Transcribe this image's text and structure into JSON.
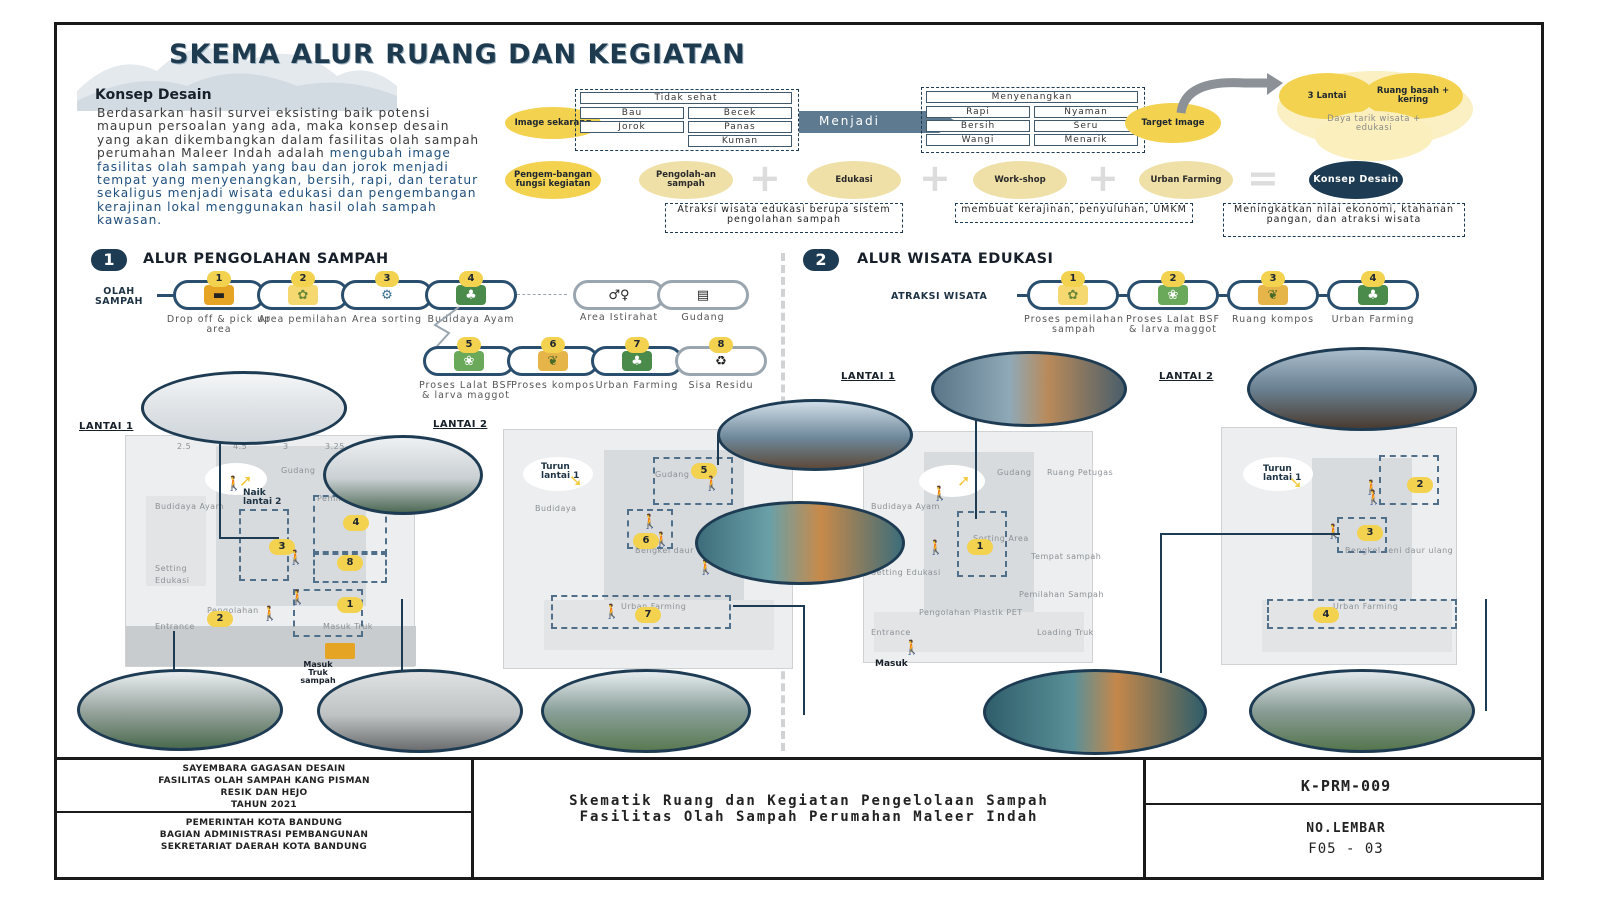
{
  "header": {
    "title": "SKEMA ALUR RUANG DAN KEGIATAN",
    "konsep_heading": "Konsep Desain",
    "konsep_text_plain": "Berdasarkan hasil survei eksisting baik potensi maupun persoalan yang ada, maka konsep desain yang akan dikembangkan dalam fasilitas olah sampah perumahan Maleer Indah adalah",
    "konsep_text_highlight": "mengubah image fasilitas olah sampah yang bau dan jorok menjadi tempat yang menyenangkan, bersih, rapi, dan teratur sekaligus menjadi wisata edukasi dan pengembangan kerajinan lokal menggunakan hasil olah sampah kawasan."
  },
  "concept": {
    "image_now": "Image sekarang",
    "bad_header": "Tidak sehat",
    "bad_cells": [
      "Bau",
      "Becek",
      "Jorok",
      "Panas",
      "Kuman"
    ],
    "arrow_label": "Menjadi",
    "good_header": "Menyenangkan",
    "good_cells": [
      "Rapi",
      "Nyaman",
      "Bersih",
      "Seru",
      "Wangi",
      "Menarik"
    ],
    "target": "Target Image",
    "funnel_left": "3 Lantai",
    "funnel_right": "Ruang basah + kering",
    "funnel_bottom": "Daya tarik wisata + edukasi",
    "dev_label": "Pengem-bangan fungsi kegiatan",
    "pengolahan": "Pengolah-an sampah",
    "edukasi": "Edukasi",
    "workshop": "Work-shop",
    "urban": "Urban Farming",
    "konsep": "Konsep Desain",
    "note1": "Atraksi wisata edukasi berupa sistem pengolahan sampah",
    "note2": "membuat kerajinan, penyuluhan, UMKM",
    "note3": "Meningkatkan nilai ekonomi, ktahanan pangan, dan atraksi wisata"
  },
  "section1": {
    "num": "1",
    "title": "ALUR PENGOLAHAN SAMPAH",
    "start": "OLAH SAMPAH",
    "steps": [
      {
        "n": "1",
        "label": "Drop off & pick up area"
      },
      {
        "n": "2",
        "label": "Area pemilahan"
      },
      {
        "n": "3",
        "label": "Area sorting"
      },
      {
        "n": "4",
        "label": "Budidaya Ayam"
      },
      {
        "n": "",
        "label": "Area Istirahat"
      },
      {
        "n": "",
        "label": "Gudang"
      },
      {
        "n": "5",
        "label": "Proses Lalat BSF & larva maggot"
      },
      {
        "n": "6",
        "label": "Proses kompos"
      },
      {
        "n": "7",
        "label": "Urban Farming"
      },
      {
        "n": "8",
        "label": "Sisa Residu"
      }
    ],
    "lantai1": "LANTAI 1",
    "lantai2": "LANTAI 2",
    "naik": "Naik lantai 2",
    "turun": "Turun lantai 1",
    "masuk_truk": "Masuk Truk sampah",
    "rooms": [
      "Gudang",
      "Budidaya Ayam",
      "Pemilahan",
      "Setting",
      "Edukasi",
      "Pengolahan",
      "Masuk Truk",
      "Entrance",
      "Gudang",
      "Budidaya",
      "Bengkel daur ulang",
      "Urban Farming"
    ],
    "dims": [
      "2.5",
      "4.5",
      "3",
      "3.25"
    ]
  },
  "section2": {
    "num": "2",
    "title": "ALUR WISATA EDUKASI",
    "start": "ATRAKSI WISATA",
    "steps": [
      {
        "n": "1",
        "label": "Proses pemilahan sampah"
      },
      {
        "n": "2",
        "label": "Proses Lalat BSF & larva maggot"
      },
      {
        "n": "3",
        "label": "Ruang kompos"
      },
      {
        "n": "4",
        "label": "Urban Farming"
      }
    ],
    "lantai1": "LANTAI 1",
    "lantai2": "LANTAI 2",
    "turun": "Turun lantai 1",
    "masuk": "Masuk",
    "rooms": [
      "Gudang",
      "Ruang Petugas",
      "Budidaya Ayam",
      "Sorting Area",
      "Setting Edukasi",
      "Tempat sampah",
      "Pemilahan Sampah",
      "Pengolahan Plastik PET",
      "Entrance",
      "Loading Truk",
      "Bengkel seni daur ulang",
      "Urban Farming"
    ]
  },
  "titleblock": {
    "left_top": [
      "SAYEMBARA GAGASAN DESAIN",
      "FASILITAS OLAH SAMPAH KANG PISMAN",
      "RESIK DAN HEJO",
      "TAHUN 2021"
    ],
    "left_bottom": [
      "PEMERINTAH KOTA BANDUNG",
      "BAGIAN ADMINISTRASI PEMBANGUNAN",
      "SEKRETARIAT DAERAH KOTA BANDUNG"
    ],
    "center_line1": "Skematik Ruang dan Kegiatan Pengelolaan Sampah",
    "center_line2": "Fasilitas Olah Sampah Perumahan Maleer Indah",
    "code": "K-PRM-009",
    "sheet_label": "NO.LEMBAR",
    "sheet_no": "F05 - 03"
  },
  "colors": {
    "navy": "#1d3b52",
    "yellow": "#f3d24f",
    "tan": "#efe0a8"
  }
}
